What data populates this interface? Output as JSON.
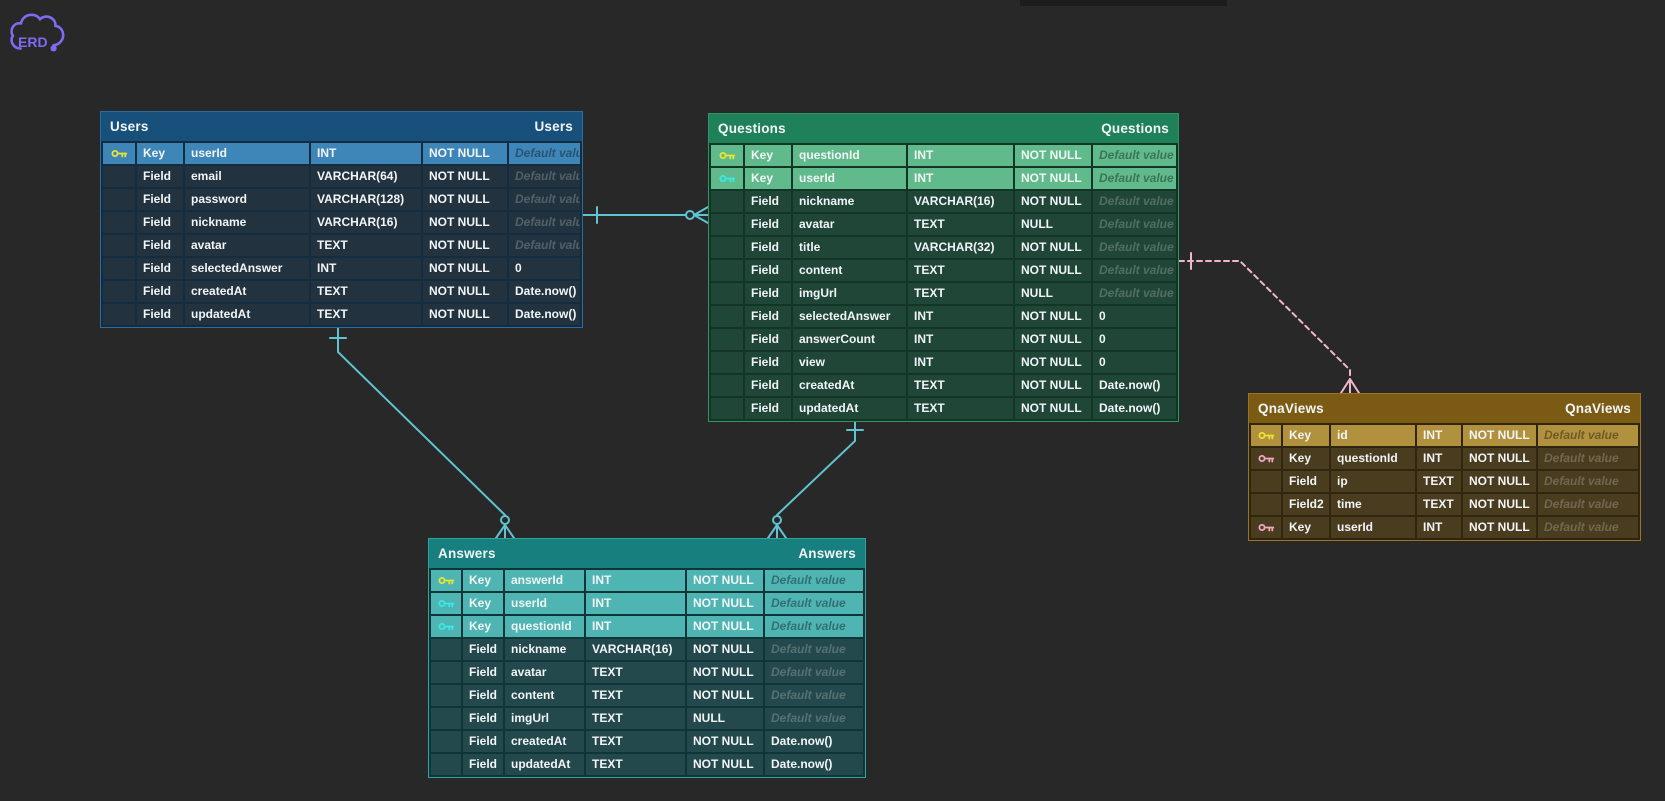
{
  "app": {
    "logo_text": "ERD",
    "logo_color": "#7d6bf2",
    "canvas_color": "#282828"
  },
  "legend": {
    "icons": {
      "key-yellow": "primary-key",
      "key-cyan": "foreign-key",
      "key-pink": "foreign-key-alt"
    }
  },
  "tables": {
    "users": {
      "title": "Users",
      "accent": "#2b6ca3",
      "rows": [
        {
          "icon": "key-yellow",
          "variant": "key",
          "kind": "Key",
          "name": "userId",
          "type": "INT",
          "nullable": "NOT NULL",
          "default": "Default value",
          "placeholder": "true"
        },
        {
          "variant": "field",
          "kind": "Field",
          "name": "email",
          "type": "VARCHAR(64)",
          "nullable": "NOT NULL",
          "default": "Default value",
          "placeholder": "true"
        },
        {
          "variant": "field",
          "kind": "Field",
          "name": "password",
          "type": "VARCHAR(128)",
          "nullable": "NOT NULL",
          "default": "Default value",
          "placeholder": "true"
        },
        {
          "variant": "field",
          "kind": "Field",
          "name": "nickname",
          "type": "VARCHAR(16)",
          "nullable": "NOT NULL",
          "default": "Default value",
          "placeholder": "true"
        },
        {
          "variant": "field",
          "kind": "Field",
          "name": "avatar",
          "type": "TEXT",
          "nullable": "NOT NULL",
          "default": "Default value",
          "placeholder": "true"
        },
        {
          "variant": "field",
          "kind": "Field",
          "name": "selectedAnswer",
          "type": "INT",
          "nullable": "NOT NULL",
          "default": "0"
        },
        {
          "variant": "field",
          "kind": "Field",
          "name": "createdAt",
          "type": "TEXT",
          "nullable": "NOT NULL",
          "default": "Date.now()"
        },
        {
          "variant": "field",
          "kind": "Field",
          "name": "updatedAt",
          "type": "TEXT",
          "nullable": "NOT NULL",
          "default": "Date.now()"
        }
      ]
    },
    "questions": {
      "title": "Questions",
      "accent": "#2e9663",
      "rows": [
        {
          "icon": "key-yellow",
          "variant": "key",
          "kind": "Key",
          "name": "questionId",
          "type": "INT",
          "nullable": "NOT NULL",
          "default": "Default value",
          "placeholder": "true"
        },
        {
          "icon": "key-cyan",
          "variant": "key",
          "kind": "Key",
          "name": "userId",
          "type": "INT",
          "nullable": "NOT NULL",
          "default": "Default value",
          "placeholder": "true"
        },
        {
          "variant": "field",
          "kind": "Field",
          "name": "nickname",
          "type": "VARCHAR(16)",
          "nullable": "NOT NULL",
          "default": "Default value",
          "placeholder": "true"
        },
        {
          "variant": "field",
          "kind": "Field",
          "name": "avatar",
          "type": "TEXT",
          "nullable": "NULL",
          "default": "Default value",
          "placeholder": "true"
        },
        {
          "variant": "field",
          "kind": "Field",
          "name": "title",
          "type": "VARCHAR(32)",
          "nullable": "NOT NULL",
          "default": "Default value",
          "placeholder": "true"
        },
        {
          "variant": "field",
          "kind": "Field",
          "name": "content",
          "type": "TEXT",
          "nullable": "NOT NULL",
          "default": "Default value",
          "placeholder": "true"
        },
        {
          "variant": "field",
          "kind": "Field",
          "name": "imgUrl",
          "type": "TEXT",
          "nullable": "NULL",
          "default": "Default value",
          "placeholder": "true"
        },
        {
          "variant": "field",
          "kind": "Field",
          "name": "selectedAnswer",
          "type": "INT",
          "nullable": "NOT NULL",
          "default": "0"
        },
        {
          "variant": "field",
          "kind": "Field",
          "name": "answerCount",
          "type": "INT",
          "nullable": "NOT NULL",
          "default": "0"
        },
        {
          "variant": "field",
          "kind": "Field",
          "name": "view",
          "type": "INT",
          "nullable": "NOT NULL",
          "default": "0"
        },
        {
          "variant": "field",
          "kind": "Field",
          "name": "createdAt",
          "type": "TEXT",
          "nullable": "NOT NULL",
          "default": "Date.now()"
        },
        {
          "variant": "field",
          "kind": "Field",
          "name": "updatedAt",
          "type": "TEXT",
          "nullable": "NOT NULL",
          "default": "Date.now()"
        }
      ]
    },
    "answers": {
      "title": "Answers",
      "accent": "#2ea3a1",
      "rows": [
        {
          "icon": "key-yellow",
          "variant": "key",
          "kind": "Key",
          "name": "answerId",
          "type": "INT",
          "nullable": "NOT NULL",
          "default": "Default value",
          "placeholder": "true"
        },
        {
          "icon": "key-cyan",
          "variant": "key",
          "kind": "Key",
          "name": "userId",
          "type": "INT",
          "nullable": "NOT NULL",
          "default": "Default value",
          "placeholder": "true"
        },
        {
          "icon": "key-cyan",
          "variant": "key",
          "kind": "Key",
          "name": "questionId",
          "type": "INT",
          "nullable": "NOT NULL",
          "default": "Default value",
          "placeholder": "true"
        },
        {
          "variant": "field",
          "kind": "Field",
          "name": "nickname",
          "type": "VARCHAR(16)",
          "nullable": "NOT NULL",
          "default": "Default value",
          "placeholder": "true"
        },
        {
          "variant": "field",
          "kind": "Field",
          "name": "avatar",
          "type": "TEXT",
          "nullable": "NOT NULL",
          "default": "Default value",
          "placeholder": "true"
        },
        {
          "variant": "field",
          "kind": "Field",
          "name": "content",
          "type": "TEXT",
          "nullable": "NOT NULL",
          "default": "Default value",
          "placeholder": "true"
        },
        {
          "variant": "field",
          "kind": "Field",
          "name": "imgUrl",
          "type": "TEXT",
          "nullable": "NULL",
          "default": "Default value",
          "placeholder": "true"
        },
        {
          "variant": "field",
          "kind": "Field",
          "name": "createdAt",
          "type": "TEXT",
          "nullable": "NOT NULL",
          "default": "Date.now()"
        },
        {
          "variant": "field",
          "kind": "Field",
          "name": "updatedAt",
          "type": "TEXT",
          "nullable": "NOT NULL",
          "default": "Date.now()"
        }
      ]
    },
    "qnaviews": {
      "title": "QnaViews",
      "accent": "#9a7420",
      "rows": [
        {
          "icon": "key-yellow",
          "variant": "key",
          "kind": "Key",
          "name": "id",
          "type": "INT",
          "nullable": "NOT NULL",
          "default": "Default value",
          "placeholder": "true"
        },
        {
          "icon": "key-pink",
          "variant": "field",
          "kind": "Key",
          "name": "questionId",
          "type": "INT",
          "nullable": "NOT NULL",
          "default": "Default value",
          "placeholder": "true"
        },
        {
          "variant": "field",
          "kind": "Field",
          "name": "ip",
          "type": "TEXT",
          "nullable": "NOT NULL",
          "default": "Default value",
          "placeholder": "true"
        },
        {
          "variant": "field",
          "kind": "Field2",
          "name": "time",
          "type": "TEXT",
          "nullable": "NOT NULL",
          "default": "Default value",
          "placeholder": "true"
        },
        {
          "icon": "key-pink",
          "variant": "field",
          "kind": "Key",
          "name": "userId",
          "type": "INT",
          "nullable": "NOT NULL",
          "default": "Default value",
          "placeholder": "true"
        }
      ]
    }
  },
  "relationships": [
    {
      "name": "users-questions",
      "from": "Users",
      "to": "Questions",
      "style": "solid",
      "color": "#5fc4d1",
      "from_cardinality": "one",
      "to_cardinality": "zero-or-many"
    },
    {
      "name": "users-answers",
      "from": "Users",
      "to": "Answers",
      "style": "solid",
      "color": "#5fc4d1",
      "from_cardinality": "one",
      "to_cardinality": "zero-or-many"
    },
    {
      "name": "questions-answers",
      "from": "Questions",
      "to": "Answers",
      "style": "solid",
      "color": "#5fc4d1",
      "from_cardinality": "one",
      "to_cardinality": "zero-or-many"
    },
    {
      "name": "questions-qnaviews",
      "from": "Questions",
      "to": "QnaViews",
      "style": "dashed",
      "color": "#f0b6cc",
      "from_cardinality": "one",
      "to_cardinality": "many"
    }
  ]
}
